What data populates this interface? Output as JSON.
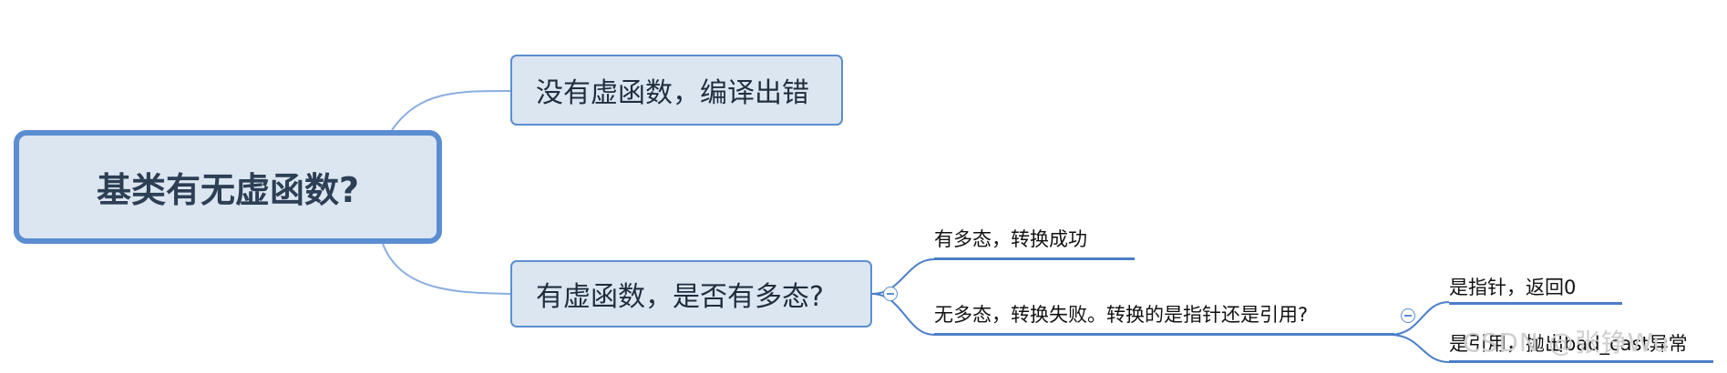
{
  "root": {
    "label": "基类有无虚函数?"
  },
  "branch_no_virtual": {
    "label": "没有虚函数，编译出错"
  },
  "branch_virtual": {
    "label": "有虚函数，是否有多态?",
    "children": [
      {
        "label": "有多态，转换成功"
      },
      {
        "label": "无多态，转换失败。转换的是指针还是引用?",
        "children": [
          {
            "label": "是指针，返回0"
          },
          {
            "label": "是引用，抛出bad_cast异常"
          }
        ]
      }
    ]
  },
  "watermark": "CSDN @张铮Wu",
  "colors": {
    "node_fill": "#dce6f1",
    "node_border": "#5b8ed0",
    "connector": "#4a7fc8"
  }
}
